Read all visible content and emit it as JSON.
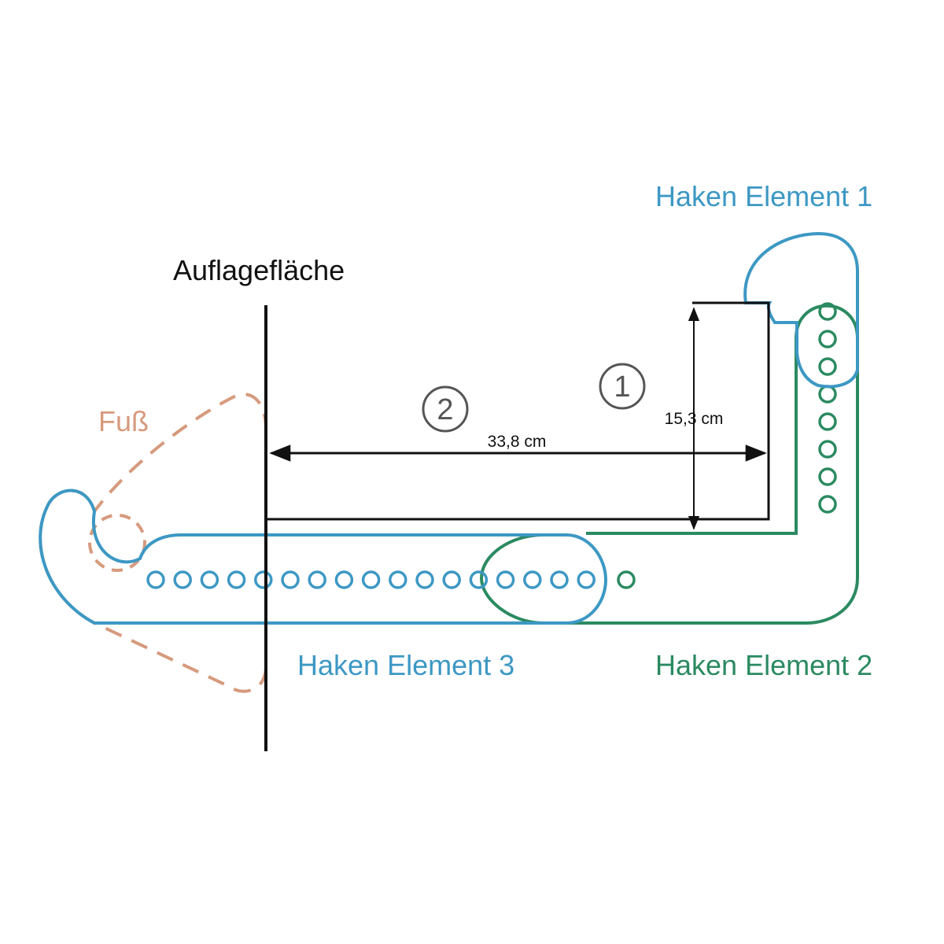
{
  "colors": {
    "element_blue": "#3d98c4",
    "element_green": "#2b8a61",
    "foot": "#d69a7d",
    "line": "#111111",
    "marker": "#555555"
  },
  "labels": {
    "surface": "Auflagefläche",
    "foot": "Fuß",
    "element1": "Haken Element 1",
    "element2": "Haken Element 2",
    "element3": "Haken Element 3"
  },
  "dimensions": {
    "width": "33,8 cm",
    "height": "15,3 cm"
  },
  "markers": {
    "one": "1",
    "two": "2"
  },
  "holes": {
    "element3_count": 17,
    "element2_horizontal_count": 1,
    "element2_vertical_count": 8
  }
}
